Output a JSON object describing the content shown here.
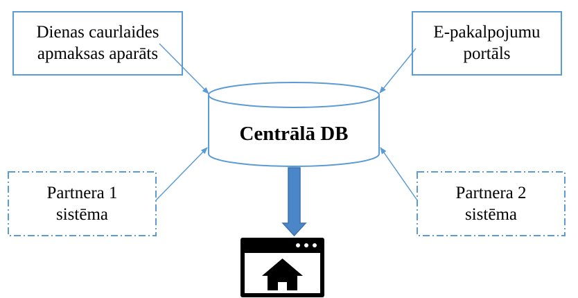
{
  "nodes": {
    "payment_machine": {
      "line1": "Dienas caurlaides",
      "line2": "apmaksas aparāts"
    },
    "e_services_portal": {
      "line1": "E-pakalpojumu",
      "line2": "portāls"
    },
    "central_db": {
      "label": "Centrālā DB"
    },
    "partner1_system": {
      "line1": "Partnera 1",
      "line2": "sistēma"
    },
    "partner2_system": {
      "line1": "Partnera 2",
      "line2": "sistēma"
    }
  },
  "icons": {
    "output": "browser-home-icon"
  },
  "colors": {
    "accent": "#5b9bd5",
    "arrow_fill": "#4a86c8",
    "text": "#000000"
  }
}
